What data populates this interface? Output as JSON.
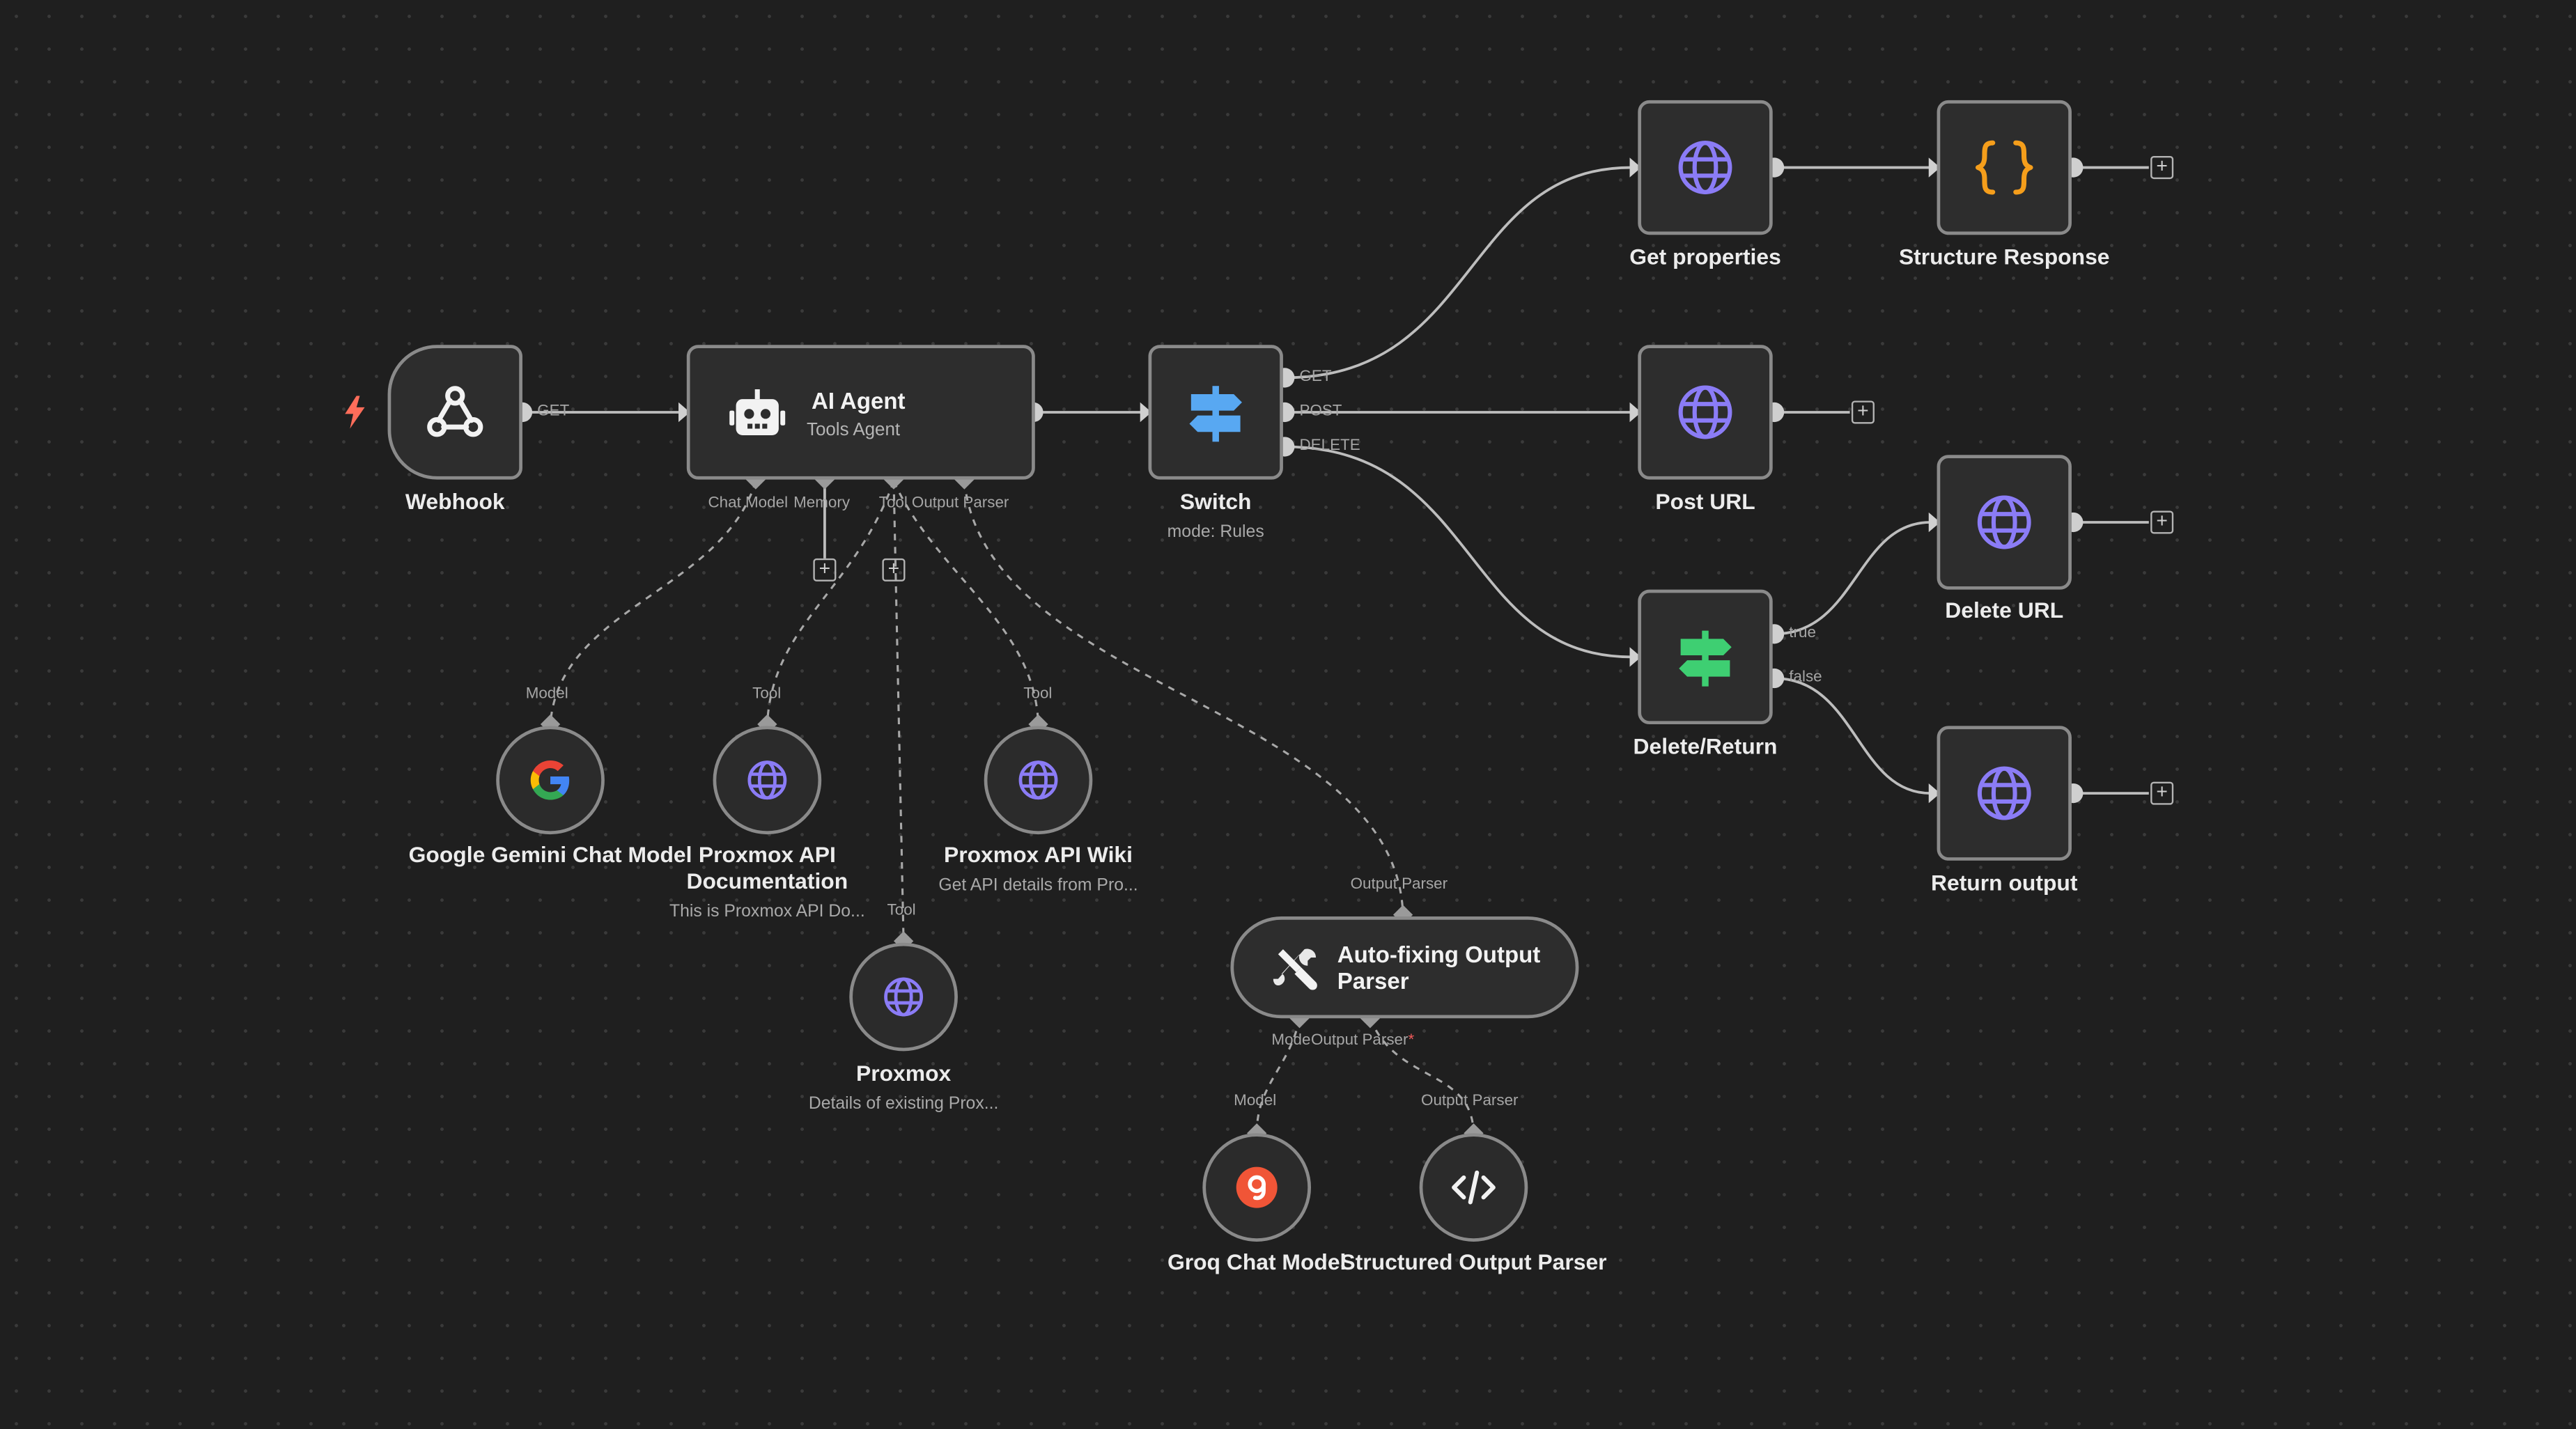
{
  "colors": {
    "globe": "#8b7cf6",
    "switch_blue": "#58a8f2",
    "switch_green": "#3ecf72",
    "braces": "#f59e1b",
    "trigger": "#ff6d5a",
    "groq": "#f05537"
  },
  "nodes": {
    "webhook": {
      "label": "Webhook",
      "icon": "webhook-icon"
    },
    "ai_agent": {
      "title": "AI Agent",
      "subtitle": "Tools Agent",
      "icon": "robot-icon"
    },
    "switch": {
      "label": "Switch",
      "subtitle": "mode: Rules",
      "icon": "signpost-icon"
    },
    "get_properties": {
      "label": "Get properties",
      "icon": "globe-icon"
    },
    "structure_response": {
      "label": "Structure Response",
      "icon": "braces-icon"
    },
    "post_url": {
      "label": "Post URL",
      "icon": "globe-icon"
    },
    "delete_return": {
      "label": "Delete/Return",
      "icon": "signpost-icon"
    },
    "delete_url": {
      "label": "Delete URL",
      "icon": "globe-icon"
    },
    "return_output": {
      "label": "Return output",
      "icon": "globe-icon"
    },
    "gemini": {
      "label": "Google Gemini Chat Model",
      "icon": "google-icon"
    },
    "proxmox_doc": {
      "label": "Proxmox API Documentation",
      "subtitle": "This is Proxmox API Do...",
      "icon": "globe-icon"
    },
    "proxmox_wiki": {
      "label": "Proxmox API Wiki",
      "subtitle": "Get API details from Pro...",
      "icon": "globe-icon"
    },
    "proxmox": {
      "label": "Proxmox",
      "subtitle": "Details of existing Prox...",
      "icon": "globe-icon"
    },
    "autofix": {
      "title": "Auto-fixing Output Parser",
      "icon": "tools-icon"
    },
    "groq": {
      "label": "Groq Chat Model",
      "icon": "groq-icon"
    },
    "structured_parser": {
      "label": "Structured Output Parser",
      "icon": "code-icon"
    }
  },
  "ports": {
    "webhook_out": "GET",
    "switch_get": "GET",
    "switch_post": "POST",
    "switch_delete": "DELETE",
    "if_true": "true",
    "if_false": "false",
    "agent_chat_model": "Chat Model",
    "agent_memory": "Memory",
    "agent_tool": "Tool",
    "agent_output_parser": "Output Parser",
    "gemini_in": "Model",
    "doc_in": "Tool",
    "wiki_in": "Tool",
    "proxmox_in": "Tool",
    "autofix_in": "Output Parser",
    "autofix_model": "Model",
    "autofix_output_parser": "Output Parser",
    "groq_in": "Model",
    "structured_in": "Output Parser"
  }
}
